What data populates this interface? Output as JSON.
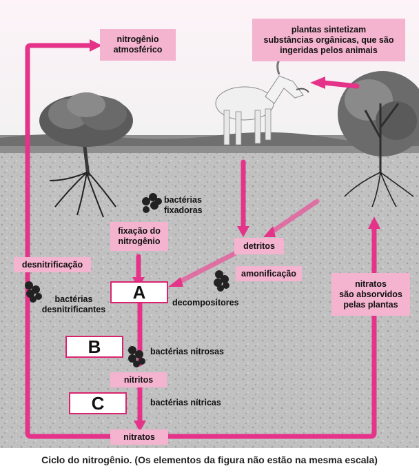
{
  "labels": {
    "nitrogenio_atmosferico": "nitrogênio\natmosférico",
    "plantas_sintetizam": "plantas sintetizam\nsubstâncias orgânicas, que são\ningeridas pelos animais",
    "bacterias_fixadoras": "bactérias\nfixadoras",
    "fixacao_nitrogenio": "fixação do\nnitrogênio",
    "detritos": "detritos",
    "desnitrificacao": "desnitrificação",
    "amonificacao": "amonificação",
    "bacterias_desnitrificantes": "bactérias\ndesnitrificantes",
    "decompositores": "decompositores",
    "nitratos_absorvidos": "nitratos\nsão absorvidos\npelas plantas",
    "bacterias_nitrosas": "bactérias nitrosas",
    "nitritos": "nitritos",
    "bacterias_nitricas": "bactérias nítricas",
    "nitratos": "nitratos"
  },
  "boxes": {
    "a": "A",
    "b": "B",
    "c": "C"
  },
  "caption": "Ciclo do nitrogênio. (Os elementos da figura não estão na mesma escala)",
  "colors": {
    "arrow": "#e5338a",
    "label_bg": "#f4b3cf",
    "box_border": "#d8246f"
  },
  "icons": [
    "tree-icon",
    "goat-icon",
    "bacteria-icon"
  ]
}
